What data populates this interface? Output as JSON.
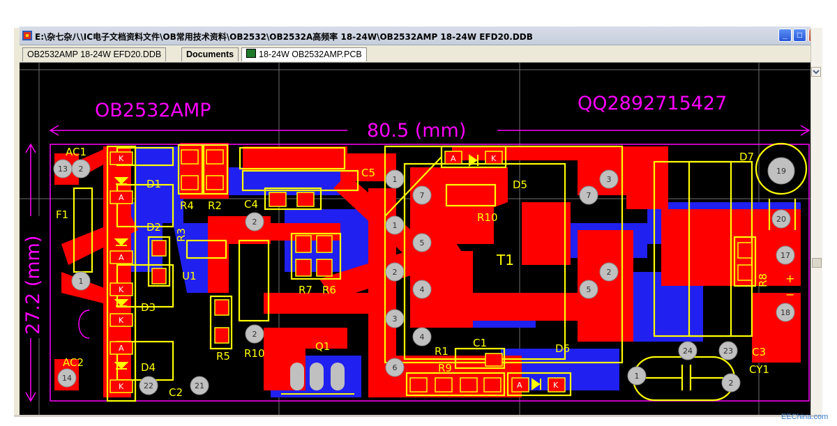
{
  "window": {
    "title": "E:\\杂七杂八\\IC电子文档资料文件\\OB常用技术资料\\OB2532\\OB2532A高频率 18-24W\\OB2532AMP 18-24W EFD20.DDB",
    "minimize_glyph": "_",
    "maximize_glyph": "□",
    "close_glyph": "✕"
  },
  "tabs": [
    {
      "label": "OB2532AMP 18-24W EFD20.DDB"
    },
    {
      "label": "Documents"
    },
    {
      "label": "18-24W OB2532AMP.PCB",
      "active": true
    }
  ],
  "board": {
    "name_label": "OB2532AMP",
    "contact_label": "QQ2892715427",
    "width_dimension": "80.5 (mm)",
    "height_dimension": "27.2 (mm)"
  },
  "designators": [
    "AC1",
    "D1",
    "F1",
    "D2",
    "R4",
    "R2",
    "R3",
    "U1",
    "C4",
    "C5",
    "D3",
    "D4",
    "C2",
    "AC2",
    "R5",
    "R10",
    "R7",
    "R6",
    "Q1",
    "D5",
    "R10",
    "T1",
    "R1",
    "C1",
    "R9",
    "D6",
    "D7",
    "R8",
    "C3",
    "CY1"
  ],
  "pad_numbers": [
    "13",
    "2",
    "1",
    "14",
    "22",
    "21",
    "2",
    "2",
    "1",
    "7",
    "1",
    "5",
    "2",
    "4",
    "3",
    "4",
    "6",
    "3",
    "7",
    "2",
    "5",
    "19",
    "20",
    "17",
    "18",
    "24",
    "23",
    "1",
    "2"
  ],
  "pin_letters": {
    "K": "K",
    "A": "A"
  },
  "polarity": {
    "plus": "+",
    "minus": "−"
  },
  "colors": {
    "board_bg": "#000000",
    "top_copper": "#ff0000",
    "bottom_copper": "#2020f0",
    "silkscreen": "#ffff00",
    "pad": "#c0c0c0",
    "dimension": "#ff00ff",
    "grid": "#7a7a7a"
  },
  "watermark": "EEChina.com"
}
